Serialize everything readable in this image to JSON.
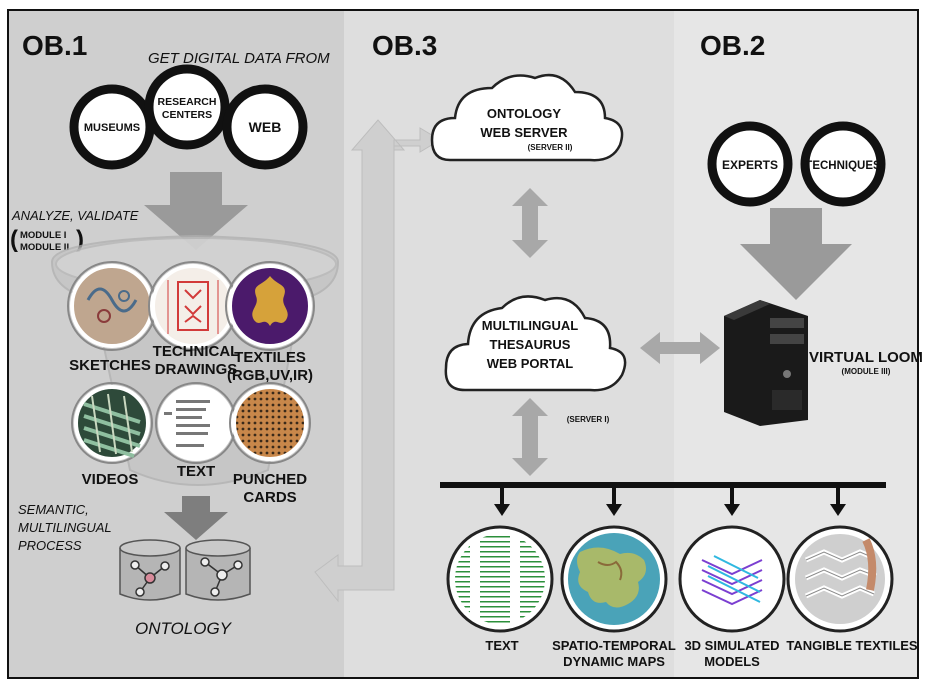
{
  "sections": {
    "ob1": "OB.1",
    "ob3": "OB.3",
    "ob2": "OB.2"
  },
  "ob1": {
    "intro": "GET DIGITAL DATA FROM",
    "sources": [
      "MUSEUMS",
      "RESEARCH",
      "CENTERS",
      "WEB"
    ],
    "analyze": "ANALYZE, VALIDATE",
    "module_a": "MODULE I",
    "module_b": "MODULE II",
    "sketches": "SKETCHES",
    "tech_a": "TECHNICAL",
    "tech_b": "DRAWINGS",
    "textiles_a": "TEXTILES",
    "textiles_b": "(RGB,UV,IR)",
    "videos": "VIDEOS",
    "text": "TEXT",
    "punched_a": "PUNCHED",
    "punched_b": "CARDS",
    "semantic_a": "SEMANTIC,",
    "semantic_b": "MULTILINGUAL",
    "semantic_c": "PROCESS",
    "ontology": "ONTOLOGY"
  },
  "ob3": {
    "cloud1_a": "ONTOLOGY",
    "cloud1_b": "WEB SERVER",
    "cloud1_c": "(SERVER II)",
    "cloud2_a": "MULTILINGUAL",
    "cloud2_b": "THESAURUS",
    "cloud2_c": "WEB PORTAL",
    "server1": "(SERVER I)"
  },
  "ob2": {
    "experts": "EXPERTS",
    "techniques": "TECHNIQUES",
    "loom": "VIRTUAL LOOM",
    "loom_module": "(MODULE III)"
  },
  "outputs": {
    "text": "TEXT",
    "maps_a": "SPATIO-TEMPORAL",
    "maps_b": "DYNAMIC MAPS",
    "models_a": "3D SIMULATED",
    "models_b": "MODELS",
    "tangible": "TANGIBLE TEXTILES"
  },
  "colors": {
    "ob1_bg": "#cfcfcf",
    "ob3_bg": "#e0e0e0",
    "ob2_bg": "#e8e8e8",
    "arrow": "#9a9a9a",
    "ink": "#111111"
  }
}
